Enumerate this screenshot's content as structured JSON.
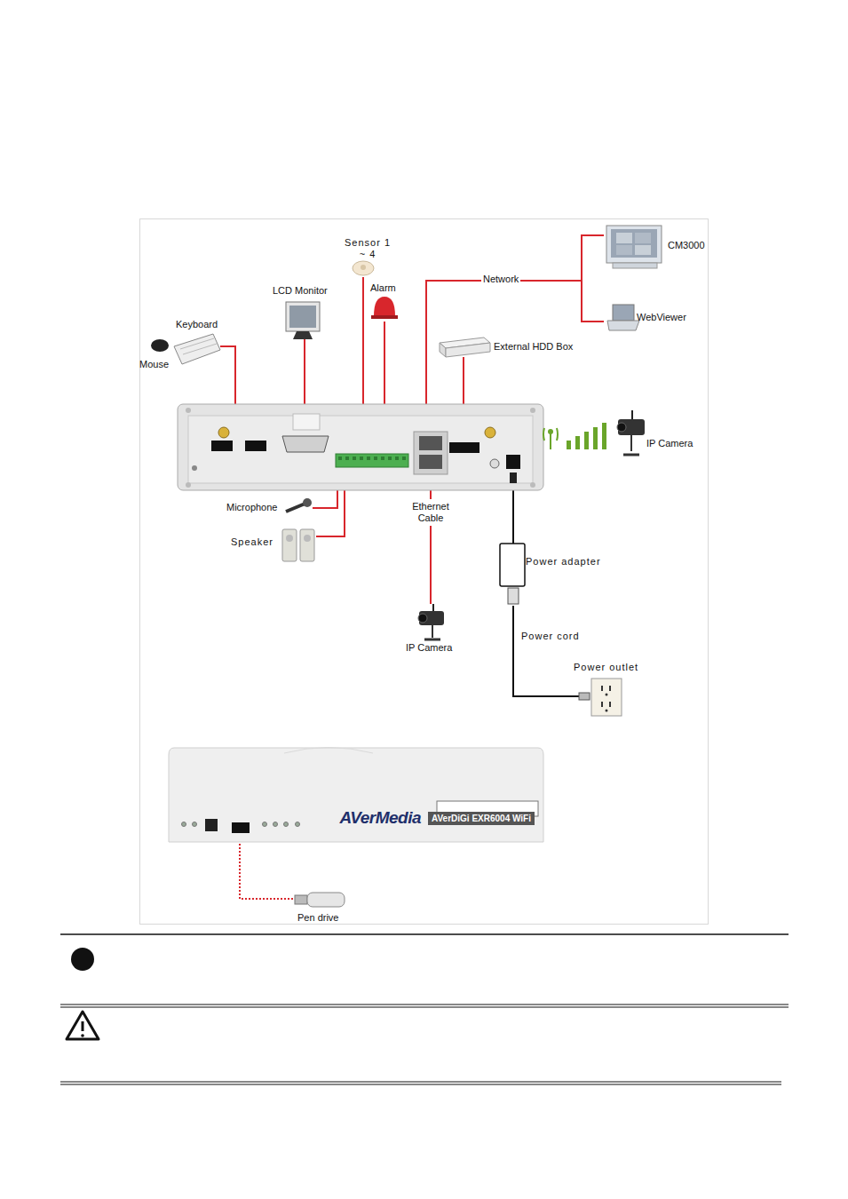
{
  "diagram": {
    "nodes": [
      {
        "text": [
          "AVerMedia",
          "AVerDiGi EXR6004 WiFi"
        ]
      }
    ],
    "labels": [
      "Sensor 1 ~ 4",
      "LCD Monitor",
      "Alarm",
      "Network",
      "CM3000",
      "WebViewer",
      "Keyboard",
      "Mouse",
      "External HDD Box",
      "IP Camera",
      "Microphone",
      "Speaker",
      "Ethernet Cable",
      "IP Camera",
      "Power adapter",
      "Power cord",
      "Power outlet",
      "Pen drive"
    ]
  }
}
